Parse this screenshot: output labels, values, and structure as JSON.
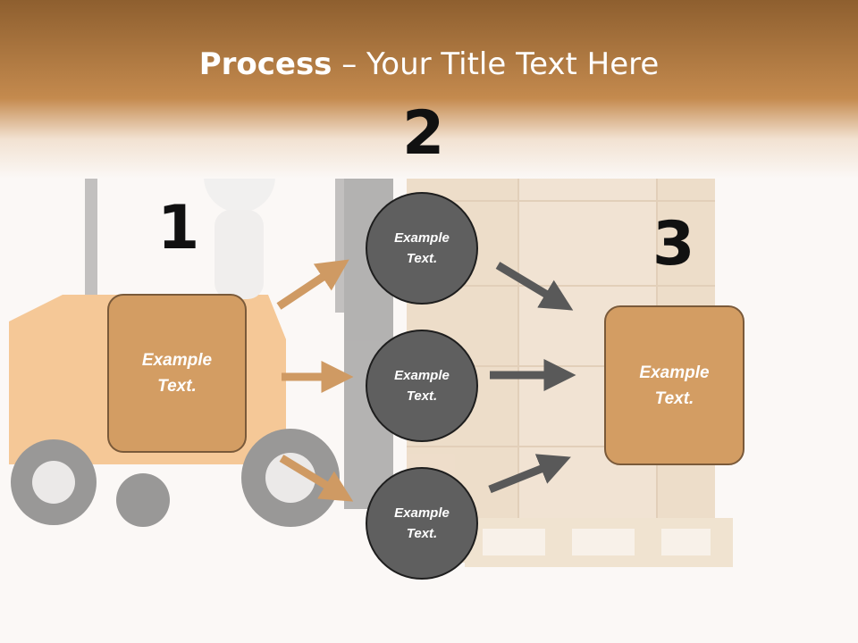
{
  "slide": {
    "title_bold": "Process",
    "title_rest": " – Your Title Text Here",
    "numbers": [
      "1",
      "2",
      "3"
    ],
    "left_box": {
      "line1": "Example",
      "line2": "Text."
    },
    "circles": [
      {
        "line1": "Example",
        "line2": "Text."
      },
      {
        "line1": "Example",
        "line2": "Text."
      },
      {
        "line1": "Example",
        "line2": "Text."
      }
    ],
    "right_box": {
      "line1": "Example",
      "line2": "Text."
    }
  },
  "colors": {
    "header_band": "#b3793f",
    "box_fill": "#d39d63",
    "circle_fill": "#5f5f5f",
    "arrow_tan": "#cf9a63",
    "arrow_gray": "#595959"
  }
}
